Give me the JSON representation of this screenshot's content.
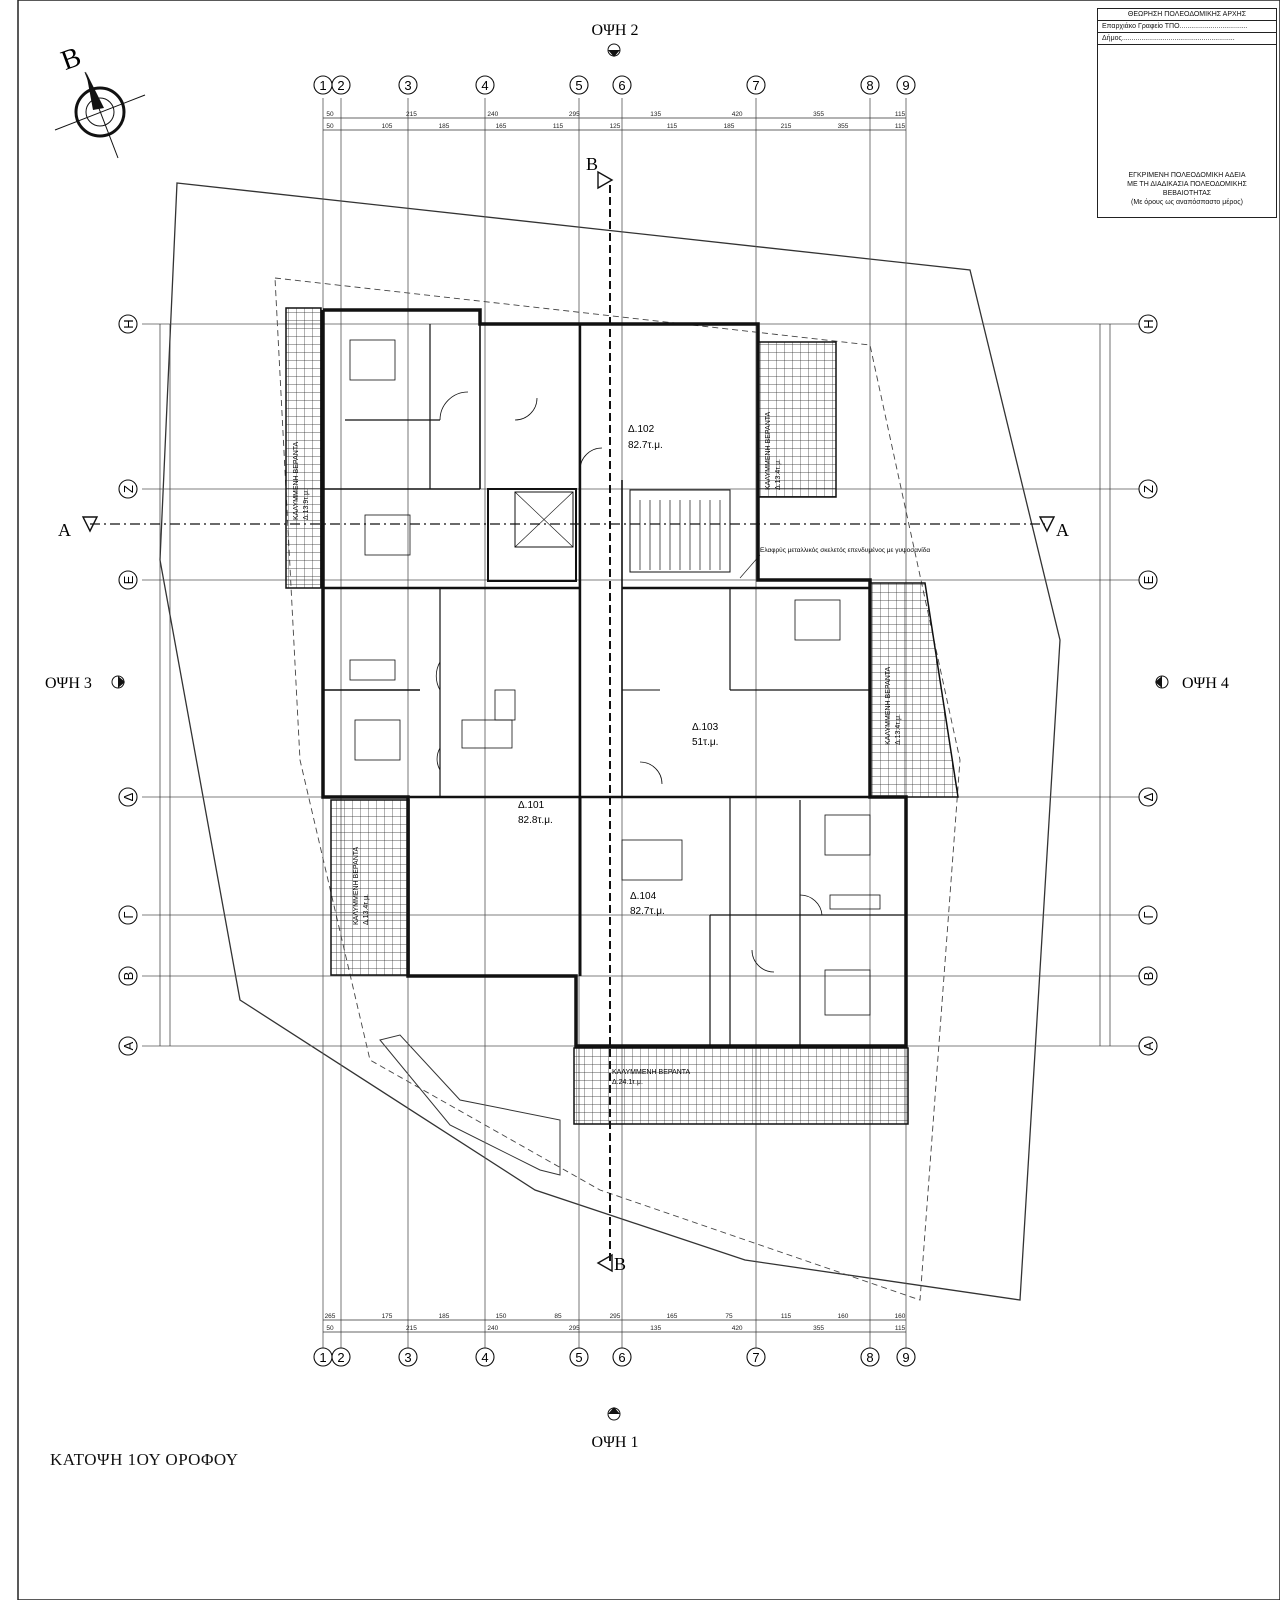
{
  "stamp": {
    "header": "ΘΕΩΡΗΣΗ ΠΟΛΕΟΔΟΜΙΚΗΣ ΑΡΧΗΣ",
    "office_label": "Επαρχιάκο Γραφείο ΤΠΟ...................................",
    "municipality_label": "Δήμος..........................................................",
    "approval_line1": "ΕΓΚΡΙΜΕΝΗ ΠΟΛΕΟΔΟΜΙΚΗ ΑΔΕΙΑ",
    "approval_line2": "ΜΕ ΤΗ ΔΙΑΔΙΚΑΣΙΑ ΠΟΛΕΟΔΟΜΙΚΗΣ",
    "approval_line3": "ΒΕΒΑΙΟΤΗΤΑΣ",
    "approval_line4": "(Με όρους ως αναπόσπαστο μέρος)"
  },
  "north_label": "B",
  "elevations": {
    "top": "ΟΨΗ 2",
    "bottom": "ΟΨΗ 1",
    "left": "ΟΨΗ 3",
    "right": "ΟΨΗ 4"
  },
  "section_marks": {
    "a_left": "A",
    "a_right": "A",
    "b_top": "B",
    "b_bottom": "B"
  },
  "grid_columns": [
    "1",
    "2",
    "3",
    "4",
    "5",
    "6",
    "7",
    "8",
    "9"
  ],
  "grid_rows": [
    "Η",
    "Ζ",
    "Ε",
    "Δ",
    "Γ",
    "Β",
    "Α"
  ],
  "dimensions_top_row1": [
    "50",
    "215",
    "240",
    "295",
    "135",
    "420",
    "355",
    "115"
  ],
  "dimensions_top_row2": [
    "50",
    "105",
    "185",
    "165",
    "115",
    "125",
    "115",
    "185",
    "215",
    "355",
    "115"
  ],
  "dimensions_bottom_row1": [
    "265",
    "175",
    "185",
    "150",
    "85",
    "295",
    "165",
    "75",
    "115",
    "160",
    "160"
  ],
  "dimensions_bottom_row2": [
    "50",
    "215",
    "240",
    "295",
    "135",
    "420",
    "355",
    "115"
  ],
  "apartments": [
    {
      "code": "Δ.102",
      "area": "82.7τ.μ."
    },
    {
      "code": "Δ.103",
      "area": "51τ.μ."
    },
    {
      "code": "Δ.101",
      "area": "82.8τ.μ."
    },
    {
      "code": "Δ.104",
      "area": "82.7τ.μ."
    }
  ],
  "verandas": [
    {
      "name": "ΚΑΛΥΜΜΕΝΗ ΒΕΡΑΝΤΑ",
      "area": "Δ.13.9τ.μ."
    },
    {
      "name": "ΚΑΛΥΜΜΕΝΗ ΒΕΡΑΝΤΑ",
      "area": "Δ.13.4τ.μ."
    },
    {
      "name": "ΚΑΛΥΜΜΕΝΗ ΒΕΡΑΝΤΑ",
      "area": "Δ.13.4τ.μ."
    },
    {
      "name": "ΚΑΛΥΜΜΕΝΗ ΒΕΡΑΝΤΑ",
      "area": "Δ.13.4τ.μ."
    },
    {
      "name": "ΚΑΛΥΜΜΕΝΗ ΒΕΡΑΝΤΑ",
      "area": "Δ.24.1τ.μ."
    }
  ],
  "note": "Ελαφρύς μεταλλικός σκελετός επενδυμένος με γυψοσανίδα",
  "sheet_title": "ΚΑΤΟΨΗ 1ΟΥ ΟΡΟΦΟΥ"
}
